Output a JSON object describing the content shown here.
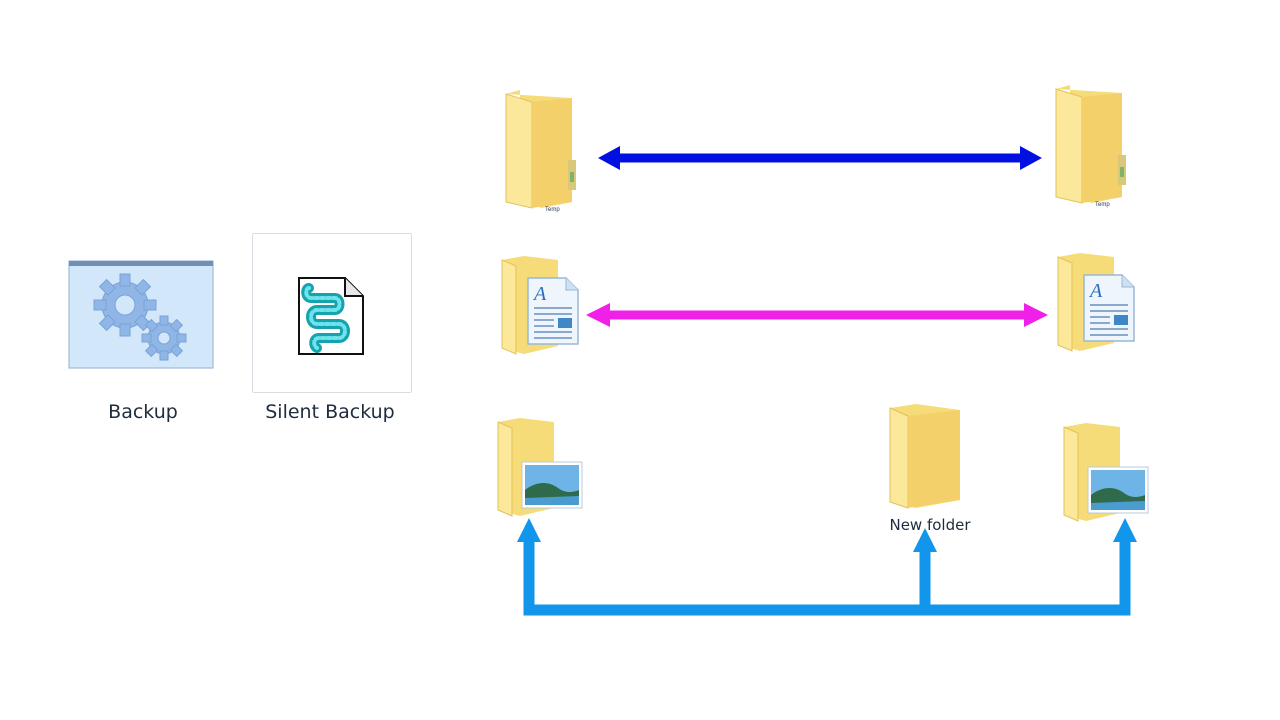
{
  "shortcuts": [
    {
      "label": "Backup",
      "icon": "gears-window-icon"
    },
    {
      "label": "Silent Backup",
      "icon": "script-file-icon"
    }
  ],
  "folders": {
    "row1_left_label": "Temp",
    "row1_right_label": "Temp",
    "new_folder_label": "New folder"
  },
  "colors": {
    "arrow_row1": "#0010e0",
    "arrow_row2": "#f020e8",
    "arrow_row3": "#1296ec",
    "folder_yellow": "#f6dc78",
    "folder_shadow": "#e2bd4c"
  }
}
